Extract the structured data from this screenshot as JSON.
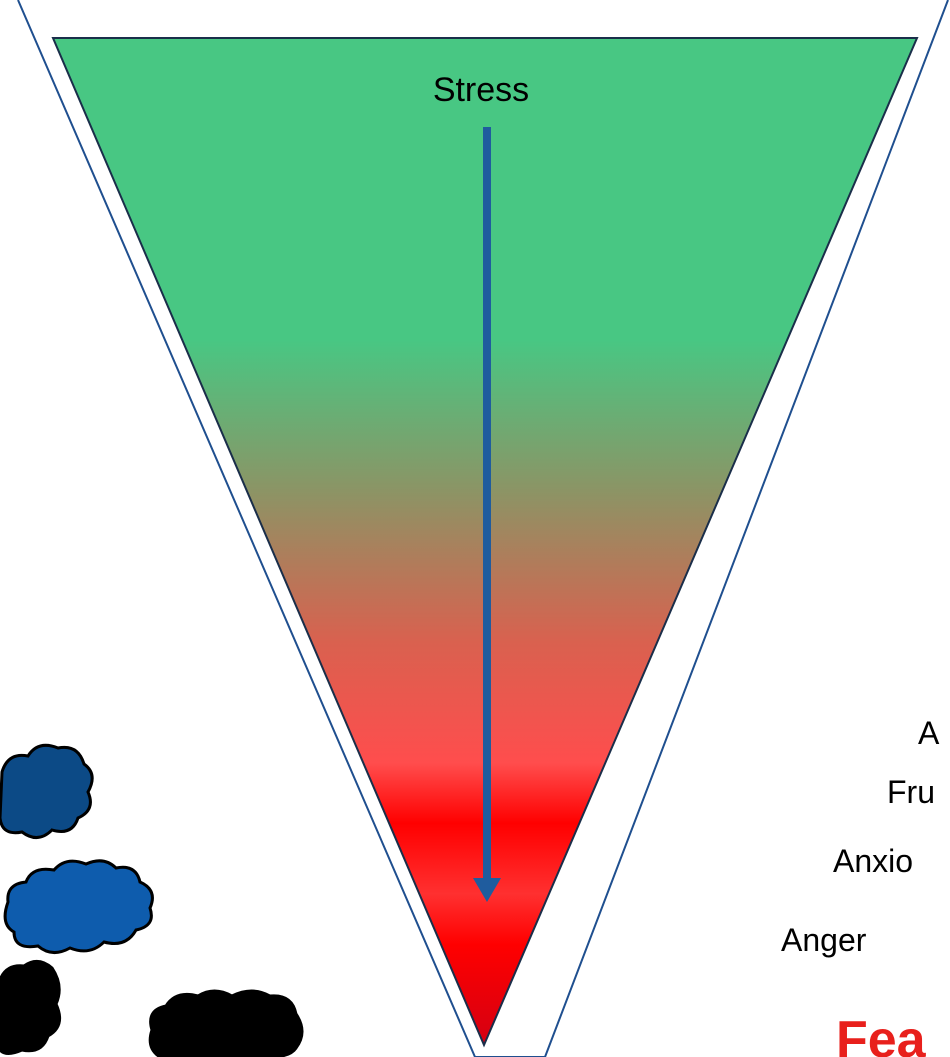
{
  "diagram": {
    "funnel_label": "Stress",
    "side_labels": [
      "A",
      "Fru",
      "Anxio",
      "Anger"
    ],
    "bottom_label": "Fea",
    "colors": {
      "funnel_top": "#48c783",
      "funnel_bottom": "#ff0000",
      "arrow": "#1f5c9e",
      "outline": "#1f4f8f",
      "bottom_label": "#e8201c",
      "cloud_blue_dark": "#0c4a86",
      "cloud_blue": "#0e5cad",
      "cloud_black": "#000000"
    }
  }
}
